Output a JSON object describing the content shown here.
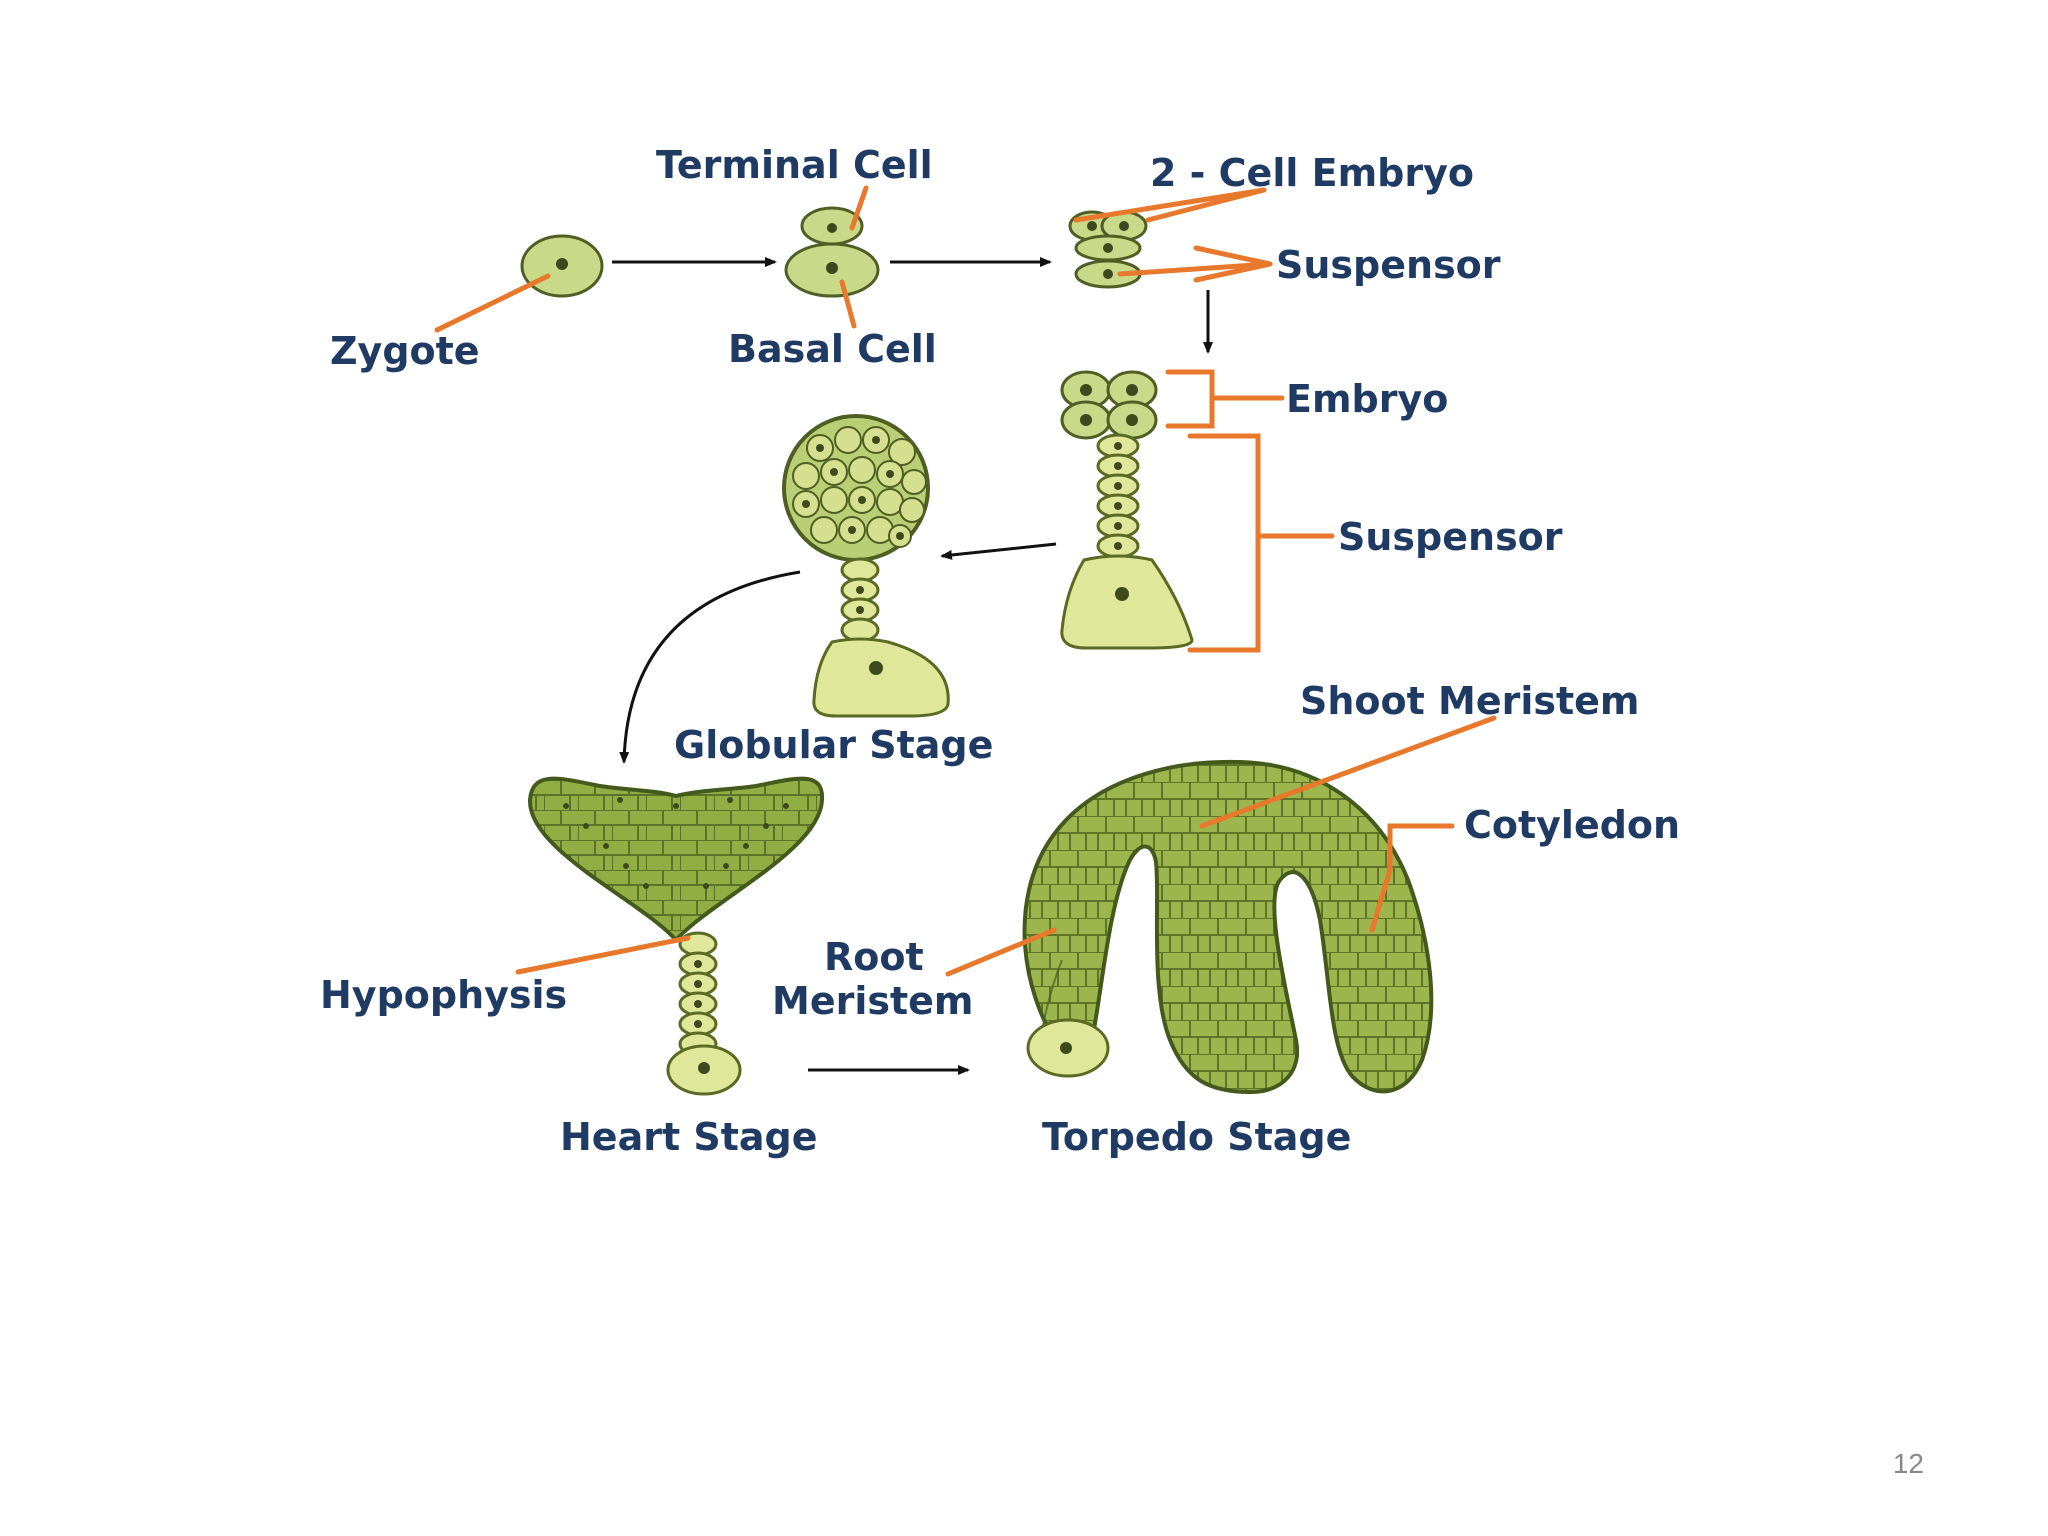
{
  "labels": {
    "terminal_cell": "Terminal Cell",
    "two_cell_embryo": "2 - Cell Embryo",
    "suspensor_top": "Suspensor",
    "zygote": "Zygote",
    "basal_cell": "Basal Cell",
    "embryo": "Embryo",
    "suspensor_mid": "Suspensor",
    "globular_stage": "Globular Stage",
    "shoot_meristem": "Shoot Meristem",
    "cotyledon": "Cotyledon",
    "root_line1": "Root",
    "root_line2": "Meristem",
    "hypophysis": "Hypophysis",
    "heart_stage": "Heart Stage",
    "torpedo_stage": "Torpedo Stage"
  },
  "page_number": "12",
  "colors": {
    "label_text": "#1f3b63",
    "leader_lines": "#e8782c",
    "cell_fill": "#c8d98a",
    "tissue_fill": "#93ad45"
  }
}
